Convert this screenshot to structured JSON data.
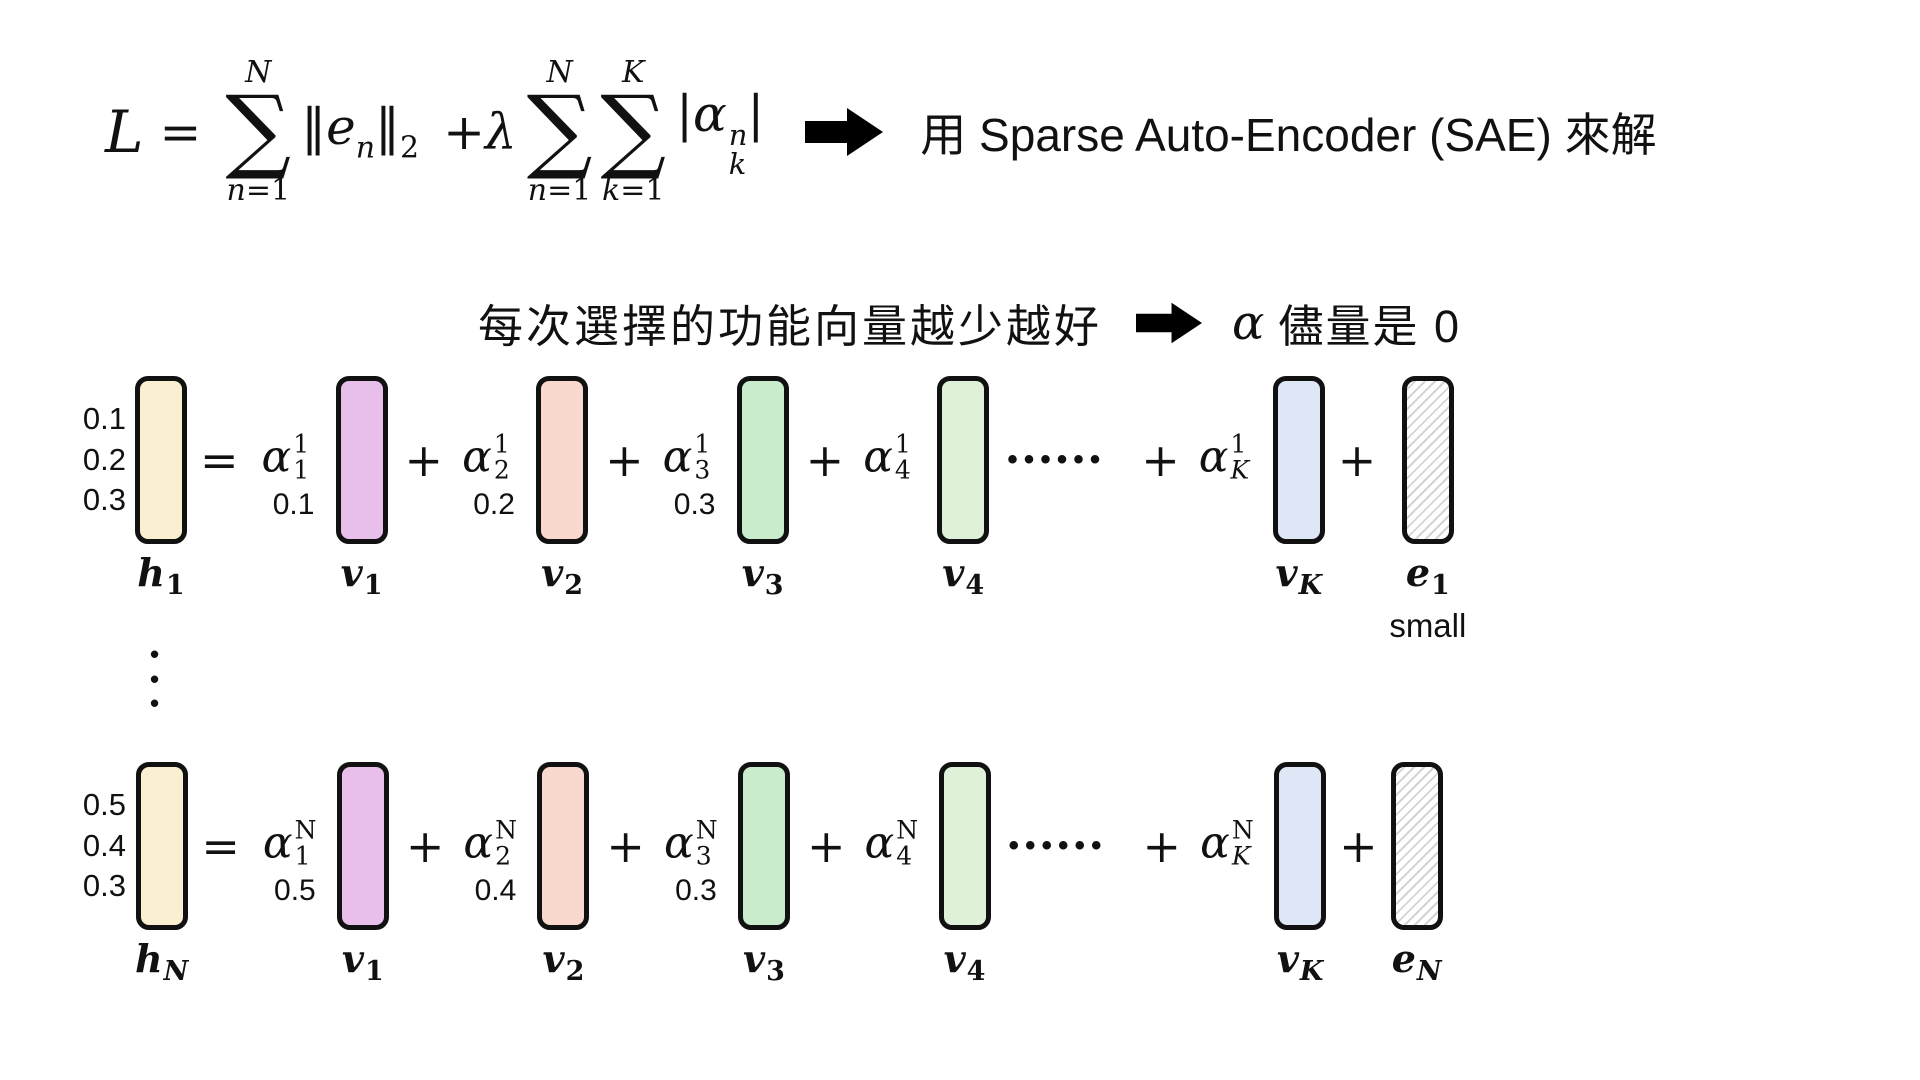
{
  "colors": {
    "h_vector": "#FAEFD1",
    "v1": "#E8BEEA",
    "v2": "#F9D8CE",
    "v3": "#C9EDCC",
    "v4": "#DFF1D8",
    "vK": "#DEE7F5",
    "border": "#111111",
    "hatch_line": "#D4D4D4",
    "arrow": "#000000",
    "text": "#111111"
  },
  "glyphs": {
    "sum": "∑",
    "plus": "+",
    "equals": "=",
    "dot": "•",
    "hdots": "••••••",
    "norm_bar": "‖",
    "abs_bar": "|"
  },
  "formula": {
    "lhs": "L",
    "sum_n1": {
      "top": "N",
      "bot_var": "n",
      "bot_eq": "=1"
    },
    "err_term": {
      "base": "e",
      "sub": "n",
      "norm_sub": "2"
    },
    "plus": "+",
    "lambda": "λ",
    "sum_n2": {
      "top": "N",
      "bot_var": "n",
      "bot_eq": "=1"
    },
    "sum_k": {
      "top": "K",
      "bot_var": "k",
      "bot_eq": "=1"
    },
    "sparsity_term": {
      "base": "α",
      "sup": "n",
      "sub": "k"
    },
    "conclusion": "用 Sparse Auto-Encoder (SAE) 來解"
  },
  "subtitle": {
    "text": "每次選擇的功能向量越少越好",
    "alpha": "α",
    "conclusion": "儘量是 0"
  },
  "rows": [
    {
      "values": [
        "0.1",
        "0.2",
        "0.3"
      ],
      "h_label": {
        "base": "h",
        "sub": "1"
      },
      "terms": [
        {
          "alpha": "α",
          "sup": "1",
          "sub": "1",
          "value": "0.1",
          "vec": {
            "base": "v",
            "sub": "1"
          }
        },
        {
          "alpha": "α",
          "sup": "1",
          "sub": "2",
          "value": "0.2",
          "vec": {
            "base": "v",
            "sub": "2"
          }
        },
        {
          "alpha": "α",
          "sup": "1",
          "sub": "3",
          "value": "0.3",
          "vec": {
            "base": "v",
            "sub": "3"
          }
        },
        {
          "alpha": "α",
          "sup": "1",
          "sub": "4",
          "value": "",
          "vec": {
            "base": "v",
            "sub": "4"
          }
        },
        {
          "alpha": "α",
          "sup": "1",
          "sub": "K",
          "value": "",
          "vec": {
            "base": "v",
            "sub": "K"
          }
        }
      ],
      "error": {
        "base": "e",
        "sub": "1",
        "note": "small"
      }
    },
    {
      "values": [
        "0.5",
        "0.4",
        "0.3"
      ],
      "h_label": {
        "base": "h",
        "sub": "N"
      },
      "terms": [
        {
          "alpha": "α",
          "sup": "N",
          "sub": "1",
          "value": "0.5",
          "vec": {
            "base": "v",
            "sub": "1"
          }
        },
        {
          "alpha": "α",
          "sup": "N",
          "sub": "2",
          "value": "0.4",
          "vec": {
            "base": "v",
            "sub": "2"
          }
        },
        {
          "alpha": "α",
          "sup": "N",
          "sub": "3",
          "value": "0.3",
          "vec": {
            "base": "v",
            "sub": "3"
          }
        },
        {
          "alpha": "α",
          "sup": "N",
          "sub": "4",
          "value": "",
          "vec": {
            "base": "v",
            "sub": "4"
          }
        },
        {
          "alpha": "α",
          "sup": "N",
          "sub": "K",
          "value": "",
          "vec": {
            "base": "v",
            "sub": "K"
          }
        }
      ],
      "error": {
        "base": "e",
        "sub": "N",
        "note": ""
      }
    }
  ]
}
